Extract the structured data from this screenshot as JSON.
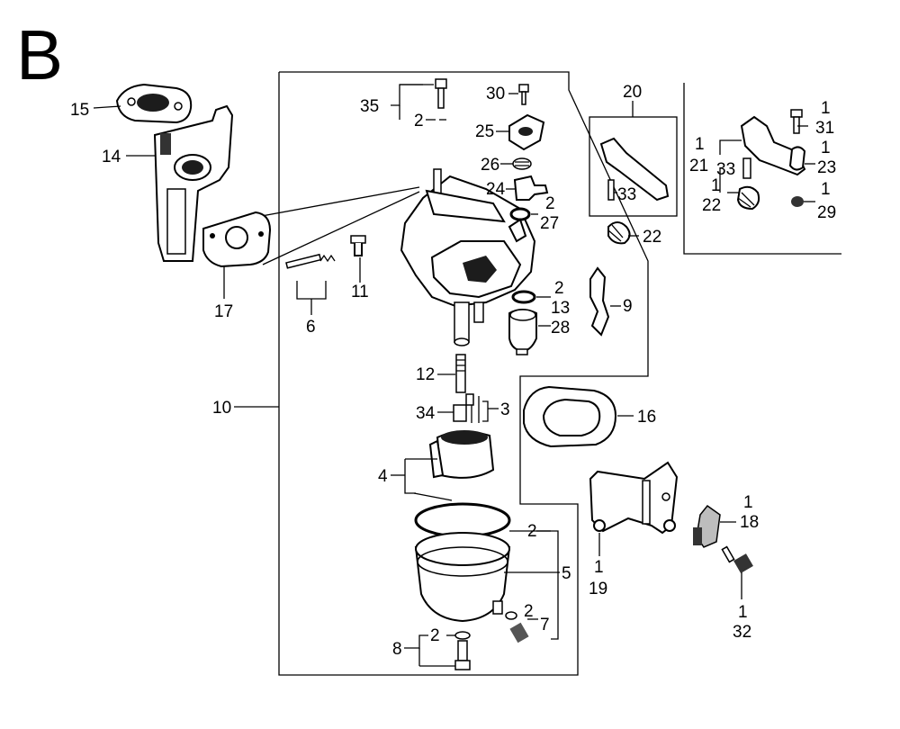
{
  "section_letter": "B",
  "callouts": {
    "c15": "15",
    "c14": "14",
    "c17": "17",
    "c6": "6",
    "c11": "11",
    "c10": "10",
    "c35": "35",
    "c2_35": "2",
    "c30": "30",
    "c25": "25",
    "c26": "26",
    "c24": "24",
    "c2_27": "2",
    "c27": "27",
    "c2_13": "2",
    "c13": "13",
    "c28": "28",
    "c9": "9",
    "c12": "12",
    "c34": "34",
    "c3": "3",
    "c4": "4",
    "c2_bowl": "2",
    "c5": "5",
    "c2_7": "2",
    "c7": "7",
    "c8": "8",
    "c2_8": "2",
    "c20": "20",
    "c33a": "33",
    "c22a": "22",
    "c1_31": "1",
    "c31": "31",
    "c1_21": "1",
    "c21": "21",
    "c33b": "33",
    "c1_23": "1",
    "c23": "23",
    "c1_22": "1",
    "c22b": "22",
    "c1_29": "1",
    "c29": "29",
    "c16": "16",
    "c1_18": "1",
    "c18": "18",
    "c1_19": "1",
    "c19": "19",
    "c1_32": "1",
    "c32": "32"
  },
  "icons": [
    "carburetor-body",
    "float-bowl",
    "float",
    "insulator-gasket",
    "control-lever",
    "choke-lever",
    "throttle-bracket",
    "screw"
  ]
}
